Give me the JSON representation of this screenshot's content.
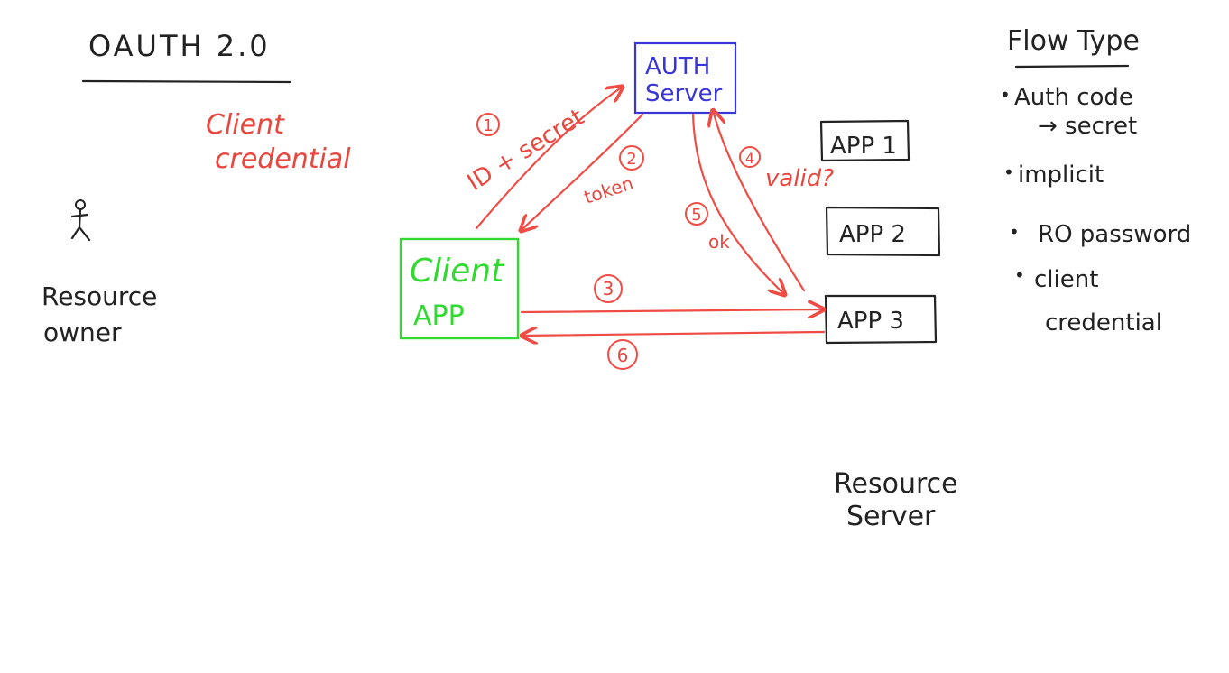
{
  "title": "OAUTH 2.0",
  "subtitle_line1": "Client",
  "subtitle_line2": "credential",
  "resource_owner": {
    "line1": "Resource",
    "line2": "owner"
  },
  "auth_server": {
    "line1": "AUTH",
    "line2": "Server"
  },
  "client_app": {
    "line1": "Client",
    "line2": "APP"
  },
  "apps": [
    "APP 1",
    "APP 2",
    "APP 3"
  ],
  "resource_server": {
    "line1": "Resource",
    "line2": "Server"
  },
  "steps": {
    "s1": {
      "num": "1",
      "label": "ID + secret"
    },
    "s2": {
      "num": "2",
      "label": "token"
    },
    "s3": {
      "num": "3"
    },
    "s4": {
      "num": "4",
      "label": "valid?"
    },
    "s5": {
      "num": "5",
      "label": "ok"
    },
    "s6": {
      "num": "6"
    }
  },
  "flow_types": {
    "heading": "Flow Type",
    "items": [
      {
        "bullet": "•",
        "text": "Auth code"
      },
      {
        "bullet": "",
        "text": "→ secret"
      },
      {
        "bullet": "•",
        "text": "implicit"
      },
      {
        "bullet": "•",
        "text": "RO password"
      },
      {
        "bullet": "•",
        "text": "client"
      },
      {
        "bullet": "",
        "text": "credential"
      }
    ]
  },
  "colors": {
    "ink": "#222222",
    "red": "#ee4c44",
    "green": "#33d933",
    "blue": "#3a35d6"
  }
}
